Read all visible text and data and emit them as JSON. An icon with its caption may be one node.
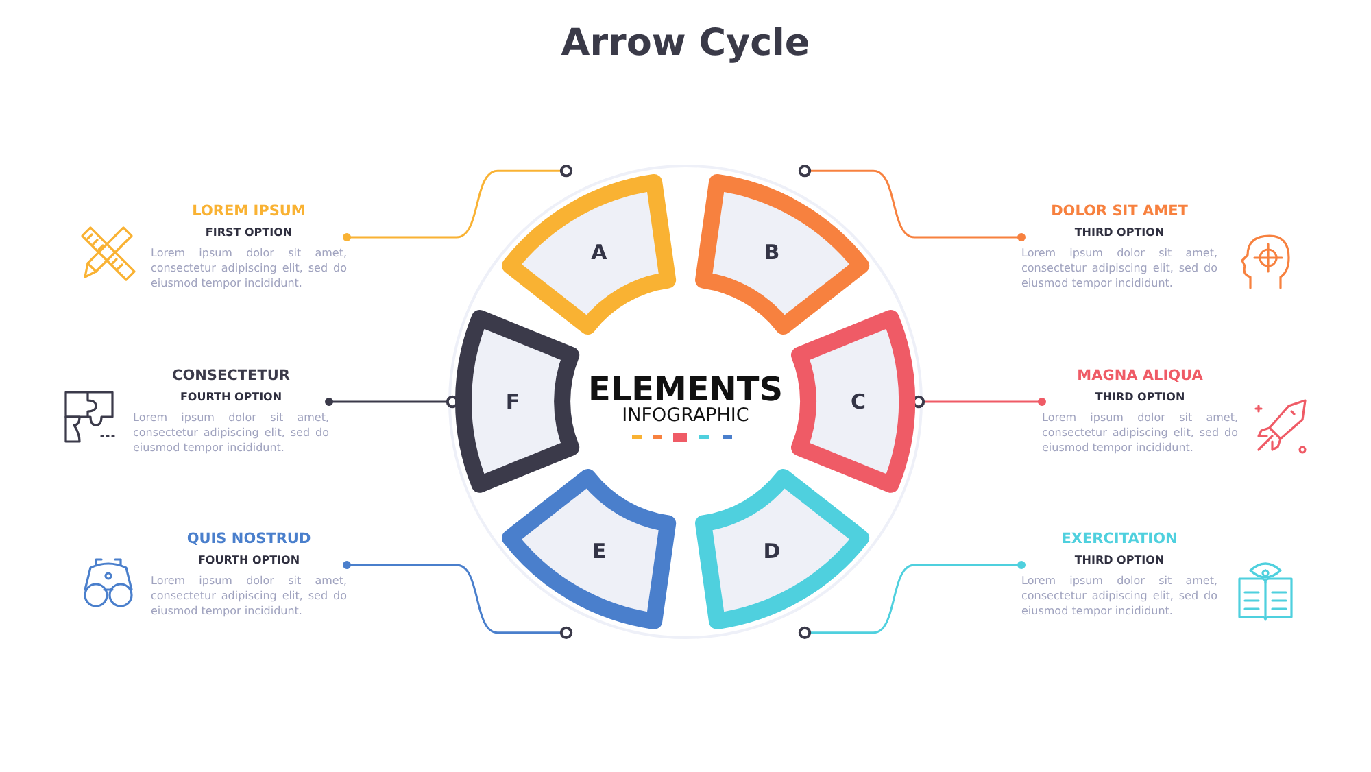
{
  "diagram": {
    "title": "Arrow Cycle",
    "nodes": [
      {
        "text": [
          "A"
        ]
      },
      {
        "text": [
          "B"
        ]
      },
      {
        "text": [
          "C"
        ]
      },
      {
        "text": [
          "D"
        ]
      },
      {
        "text": [
          "E"
        ]
      },
      {
        "text": [
          "F"
        ]
      },
      {
        "text": [
          "LOREM IPSUM",
          "FIRST OPTION",
          "Lorem ipsum dolor sit amet, consectetur adipiscing elit, sed do eiusmod tempor incididunt."
        ]
      },
      {
        "text": [
          "DOLOR SIT AMET",
          "THIRD OPTION",
          "Lorem ipsum dolor sit amet, consectetur adipiscing elit, sed do eiusmod tempor incididunt."
        ]
      },
      {
        "text": [
          "CONSECTETUR",
          "FOURTH OPTION",
          "Lorem ipsum dolor sit amet, consectetur adipiscing elit, sed do eiusmod tempor incididunt."
        ]
      },
      {
        "text": [
          "MAGNA ALIQUA",
          "THIRD OPTION",
          "Lorem ipsum dolor sit amet, consectetur adipiscing elit, sed do eiusmod tempor incididunt."
        ]
      },
      {
        "text": [
          "QUIS NOSTRUD",
          "FOURTH OPTION",
          "Lorem ipsum dolor sit amet, consectetur adipiscing elit, sed do eiusmod tempor incididunt."
        ]
      },
      {
        "text": [
          "EXERCITATION",
          "THIRD OPTION",
          "Lorem ipsum dolor sit amet, consectetur adipiscing elit, sed do eiusmod tempor incididunt."
        ]
      }
    ],
    "edges": [
      {
        "from": 0,
        "to": 6,
        "arrow": "other",
        "color": "#f9b233"
      },
      {
        "from": 1,
        "to": 7,
        "arrow": "other",
        "color": "#f7813f"
      },
      {
        "from": 2,
        "to": 9,
        "arrow": "other",
        "color": "#ef5b66"
      },
      {
        "from": 3,
        "to": 11,
        "arrow": "other",
        "color": "#4fd0de"
      },
      {
        "from": 4,
        "to": 10,
        "arrow": "other",
        "color": "#4a7fcc"
      },
      {
        "from": 5,
        "to": 8,
        "arrow": "other",
        "color": "#3b3a4a"
      }
    ],
    "labels": [
      "ELEMENTS",
      "INFOGRAPHIC"
    ]
  }
}
